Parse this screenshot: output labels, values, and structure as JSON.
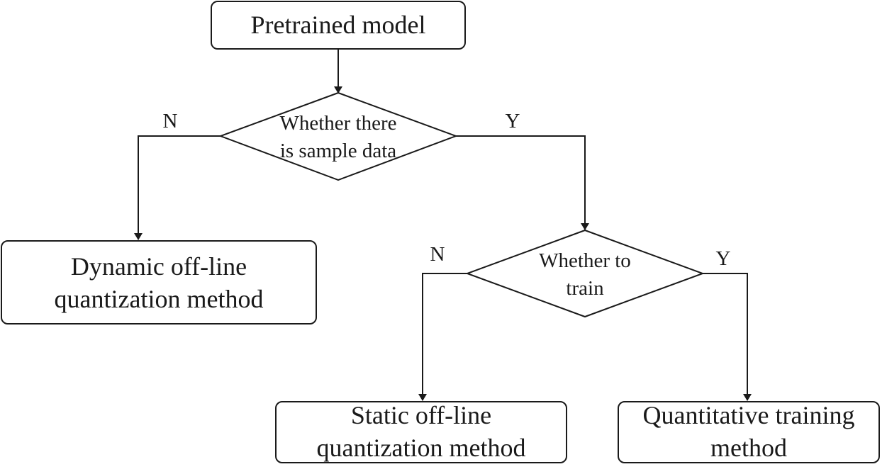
{
  "nodes": {
    "pretrained": {
      "lines": [
        "Pretrained model"
      ]
    },
    "decision_sample": {
      "lines": [
        "Whether there",
        "is sample data"
      ]
    },
    "dynamic": {
      "lines": [
        "Dynamic off-line",
        "quantization method"
      ]
    },
    "decision_train": {
      "lines": [
        "Whether to",
        "train"
      ]
    },
    "static": {
      "lines": [
        "Static off-line",
        "quantization method"
      ]
    },
    "quant_training": {
      "lines": [
        "Quantitative training",
        "method"
      ]
    }
  },
  "edge_labels": {
    "sample_no": "N",
    "sample_yes": "Y",
    "train_no": "N",
    "train_yes": "Y"
  }
}
